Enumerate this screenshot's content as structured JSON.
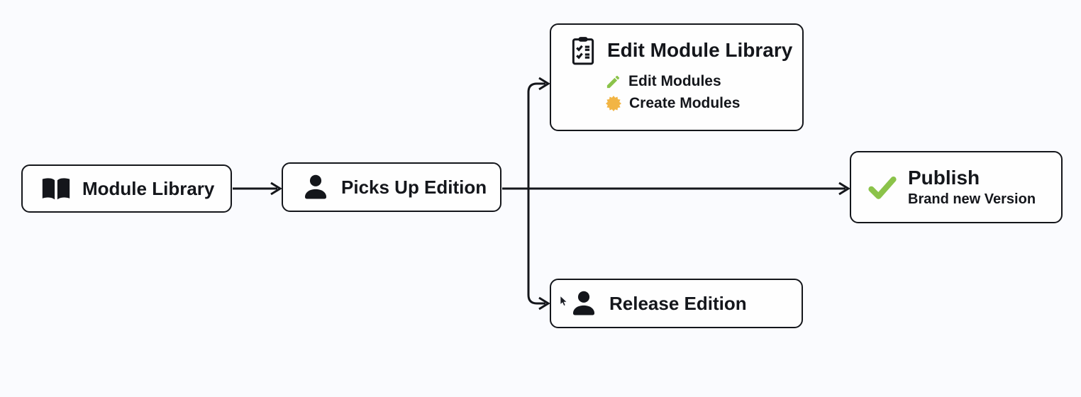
{
  "canvas": {
    "background": "#fafbfe"
  },
  "colors": {
    "line": "#14161b",
    "box_fill": "#fefefe",
    "text": "#14161b",
    "green_accent": "#8bc34a",
    "amber_accent": "#f2b544"
  },
  "nodes": {
    "module_library": {
      "icon": "open-book-icon",
      "label": "Module Library"
    },
    "picks_up_edition": {
      "icon": "person-icon",
      "label": "Picks Up Edition"
    },
    "edit_module_library": {
      "icon": "clipboard-checklist-icon",
      "title": "Edit Module Library",
      "items": [
        {
          "icon": "pencil-icon",
          "label": "Edit Modules"
        },
        {
          "icon": "burst-icon",
          "label": "Create Modules"
        }
      ]
    },
    "publish": {
      "icon": "checkmark-icon",
      "title": "Publish",
      "subtitle": "Brand new Version"
    },
    "release_edition": {
      "icon": "person-icon",
      "label": "Release Edition"
    }
  }
}
